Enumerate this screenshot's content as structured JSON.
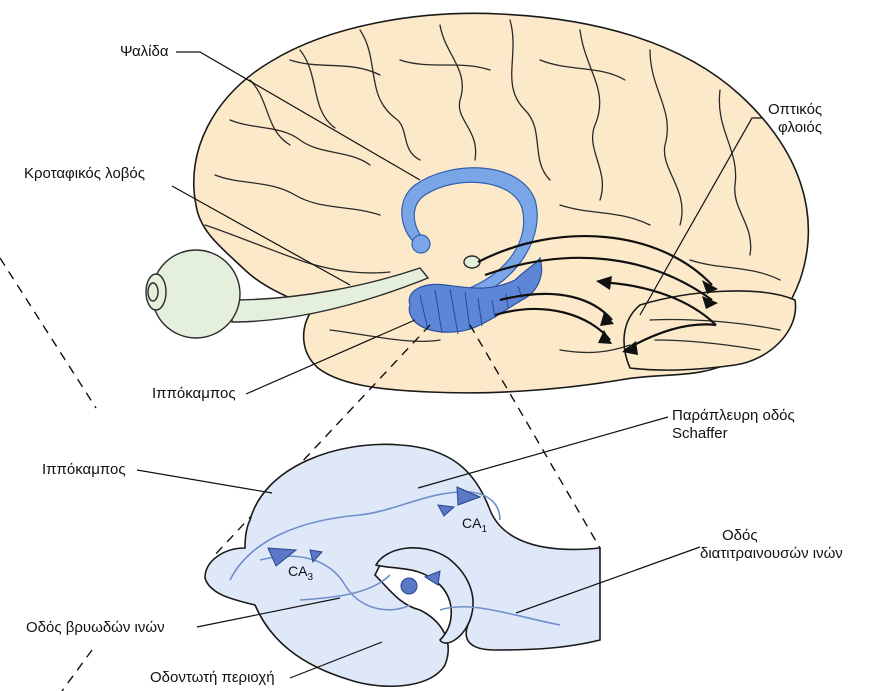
{
  "labels": {
    "fornix": "Ψαλίδα",
    "temporal_lobe": "Κροταφικός λοβός",
    "visual_cortex_line1": "Οπτικός",
    "visual_cortex_line2": "φλοιός",
    "hippocampus_top": "Ιππόκαμπος",
    "schaffer_line1": "Παράπλευρη οδός",
    "schaffer_line2": "Schaffer",
    "hippocampus_slice": "Ιππόκαμπος",
    "perforant_line1": "Οδός",
    "perforant_line2": "διατιτραινουσών ινών",
    "mossy_fiber": "Οδός βρυωδών ινών",
    "dentate": "Οδοντωτή περιοχή",
    "ca1_main": "CA",
    "ca1_sub": "1",
    "ca3_main": "CA",
    "ca3_sub": "3"
  },
  "colors": {
    "brain_fill": "#fbe9c9",
    "eye_fill": "#e4f0dc",
    "hippocampus_blue": "#5d87d6",
    "slice_fill": "#dfe8f8"
  }
}
